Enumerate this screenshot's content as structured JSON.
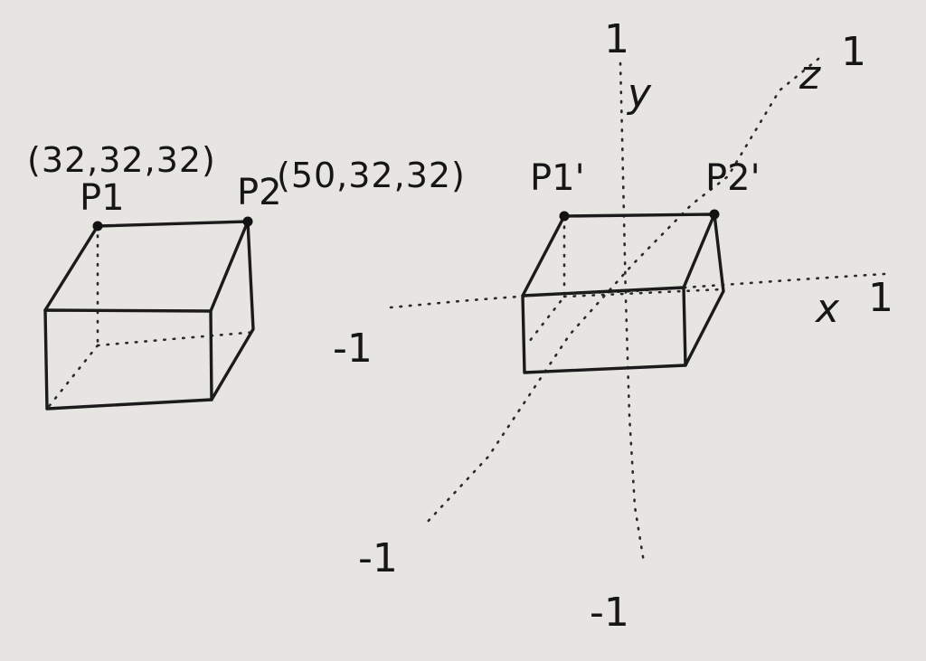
{
  "left_cube": {
    "p1_coord": "(32,32,32)",
    "p1_label": "P1",
    "p2_label": "P2",
    "p2_coord": "(50,32,32)"
  },
  "right_cube": {
    "p1_label": "P1'",
    "p2_label": "P2'"
  },
  "axes": {
    "x_label": "x",
    "y_label": "y",
    "z_label": "z",
    "x_pos_tick": "1",
    "x_neg_tick": "-1",
    "y_pos_tick": "1",
    "y_neg_tick": "-1",
    "z_pos_tick": "1",
    "z_neg_tick": "-1"
  }
}
